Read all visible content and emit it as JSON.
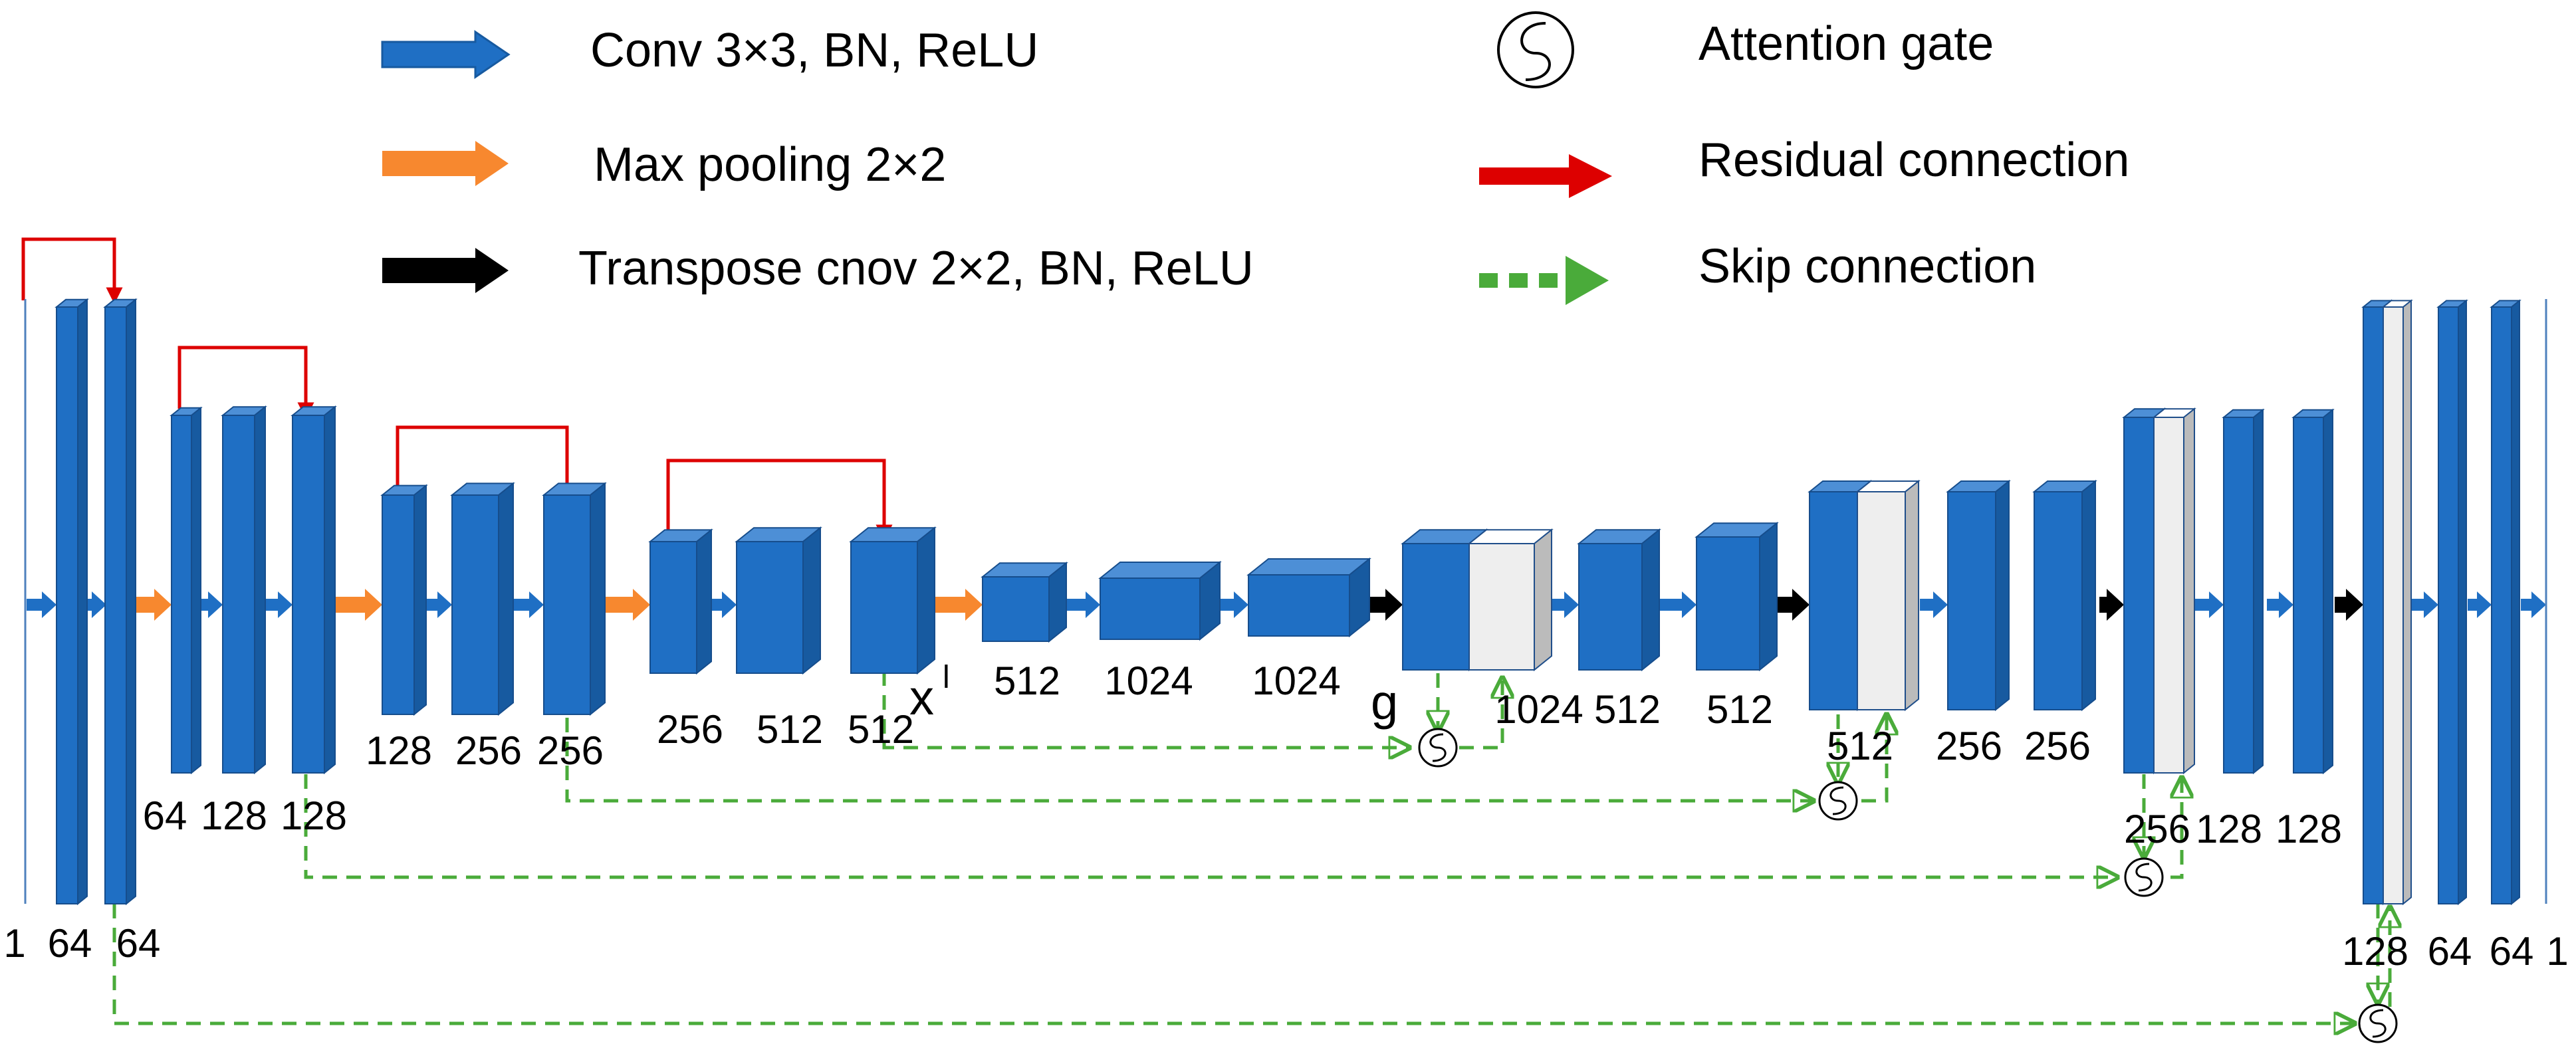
{
  "colors": {
    "conv": "#1f6fc4",
    "conv_top": "#4d8fd6",
    "conv_side": "#175aa0",
    "pool": "#f7882f",
    "residual": "#dd0000",
    "skip": "#4aab3a",
    "transpose": "#000000",
    "concat": "#eeeeee"
  },
  "legend": {
    "conv": "Conv 3×3, BN, ReLU",
    "pool": "Max pooling 2×2",
    "transpose": "Transpose cnov 2×2, BN, ReLU",
    "attention": "Attention gate",
    "residual": "Residual connection",
    "skip": "Skip connection"
  },
  "symbols": {
    "x": "x",
    "x_sup": "l",
    "g": "g"
  },
  "labels": {
    "enc1": [
      "1",
      "64",
      "64"
    ],
    "enc2": [
      "64",
      "128",
      "128"
    ],
    "enc3": [
      "128",
      "256",
      "256"
    ],
    "enc4": [
      "256",
      "512",
      "512"
    ],
    "bottleneck": [
      "512",
      "1024",
      "1024"
    ],
    "dec1": [
      "1024",
      "512",
      "512"
    ],
    "dec2": [
      "512",
      "256",
      "256"
    ],
    "dec3": [
      "256",
      "128",
      "128"
    ],
    "dec4": [
      "128",
      "64",
      "64",
      "1"
    ]
  }
}
